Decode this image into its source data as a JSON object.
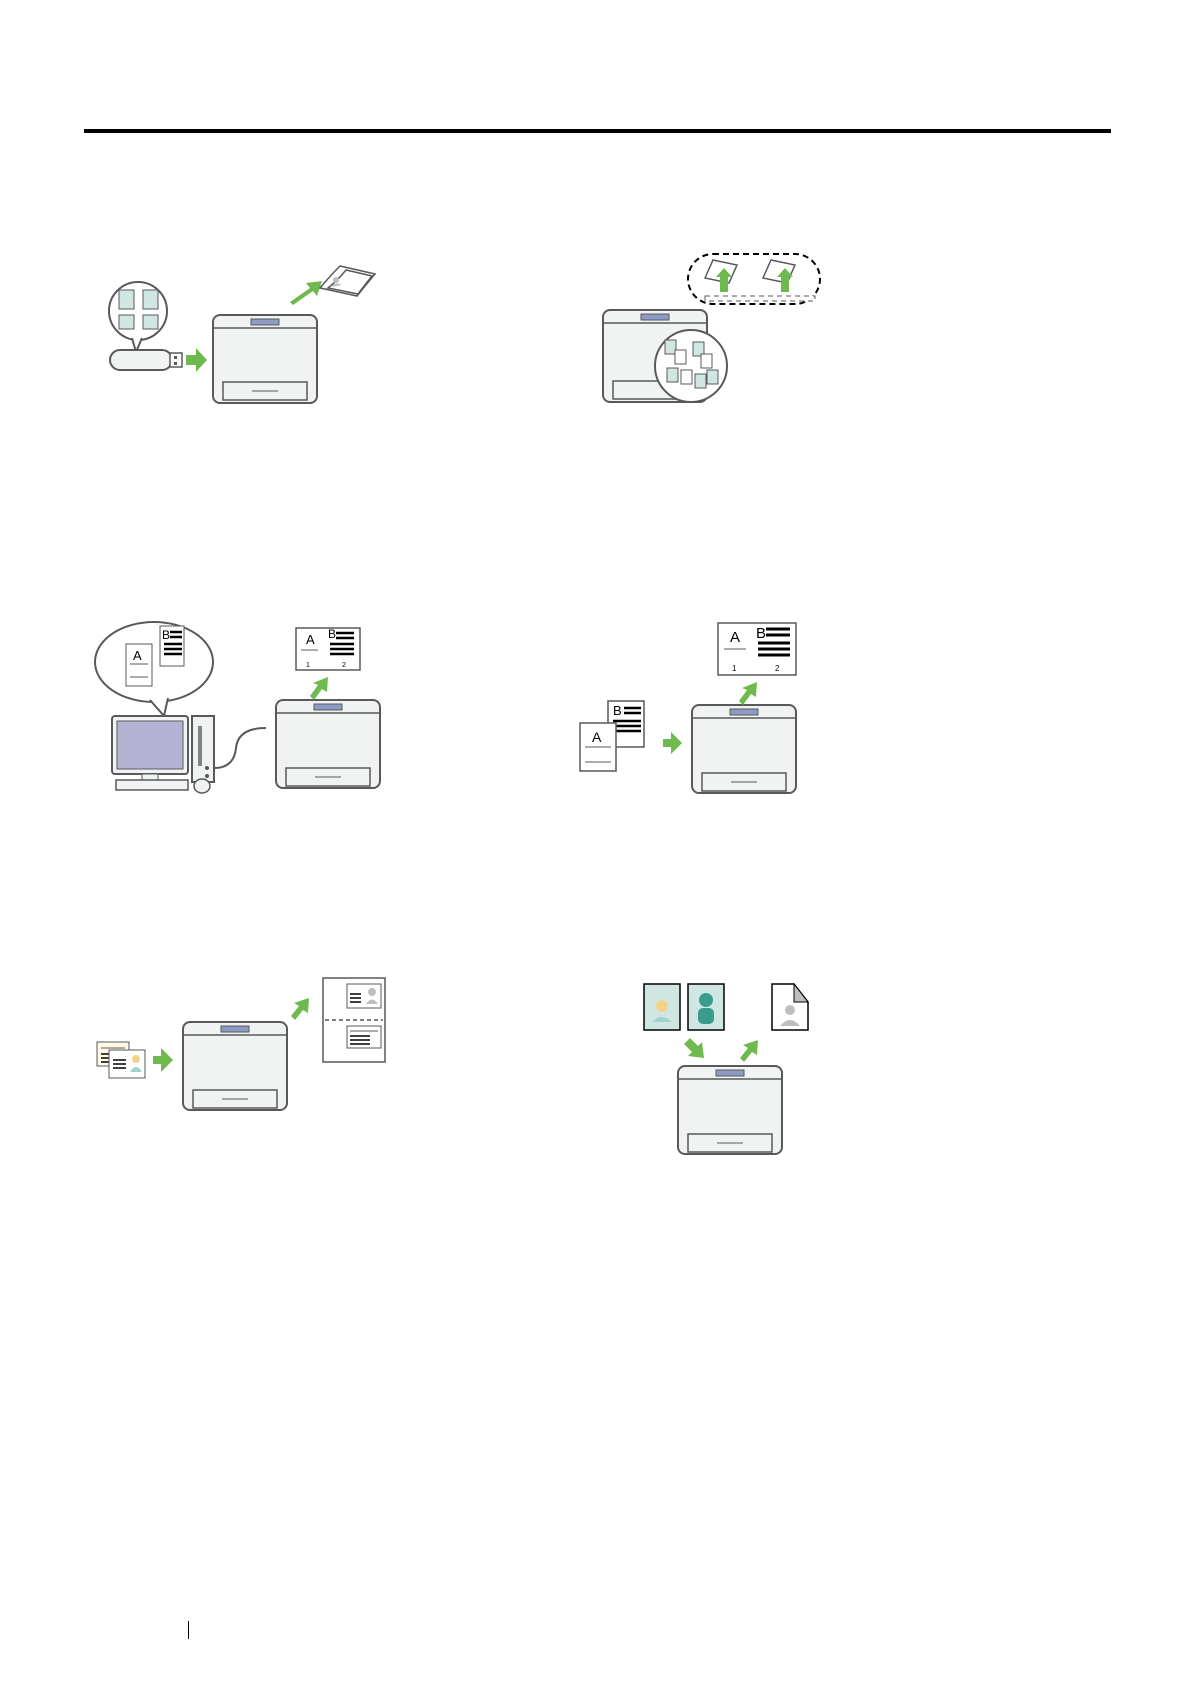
{
  "page": {
    "header_rule": true,
    "footer_marker": true
  },
  "colors": {
    "arrow": "#6fba4f",
    "printer_body": "#f1f2f2",
    "printer_outline": "#58595b",
    "panel": "#8d9bc6",
    "photo_bg": "#cfe6e3",
    "monitor": "#b4b3d3"
  },
  "figures": [
    {
      "id": "usb-direct-print",
      "icons": [
        "usb-drive-icon",
        "printer-icon",
        "printed-page-icon"
      ]
    },
    {
      "id": "stored-print",
      "icons": [
        "printer-icon",
        "stored-documents-icon",
        "printed-pages-icon"
      ]
    },
    {
      "id": "n-up-print",
      "icons": [
        "computer-icon",
        "printer-icon",
        "n-up-page-icon"
      ],
      "labels": {
        "a": "A",
        "b": "B",
        "p1": "1",
        "p2": "2"
      }
    },
    {
      "id": "n-up-copy",
      "icons": [
        "originals-icon",
        "printer-icon",
        "n-up-page-icon"
      ],
      "labels": {
        "a": "A",
        "b": "B",
        "p1": "1",
        "p2": "2"
      }
    },
    {
      "id": "id-card-copy",
      "icons": [
        "id-card-icon",
        "printer-icon",
        "combined-page-icon"
      ]
    },
    {
      "id": "photo-copy",
      "icons": [
        "photos-icon",
        "printer-icon",
        "output-page-icon"
      ]
    }
  ]
}
